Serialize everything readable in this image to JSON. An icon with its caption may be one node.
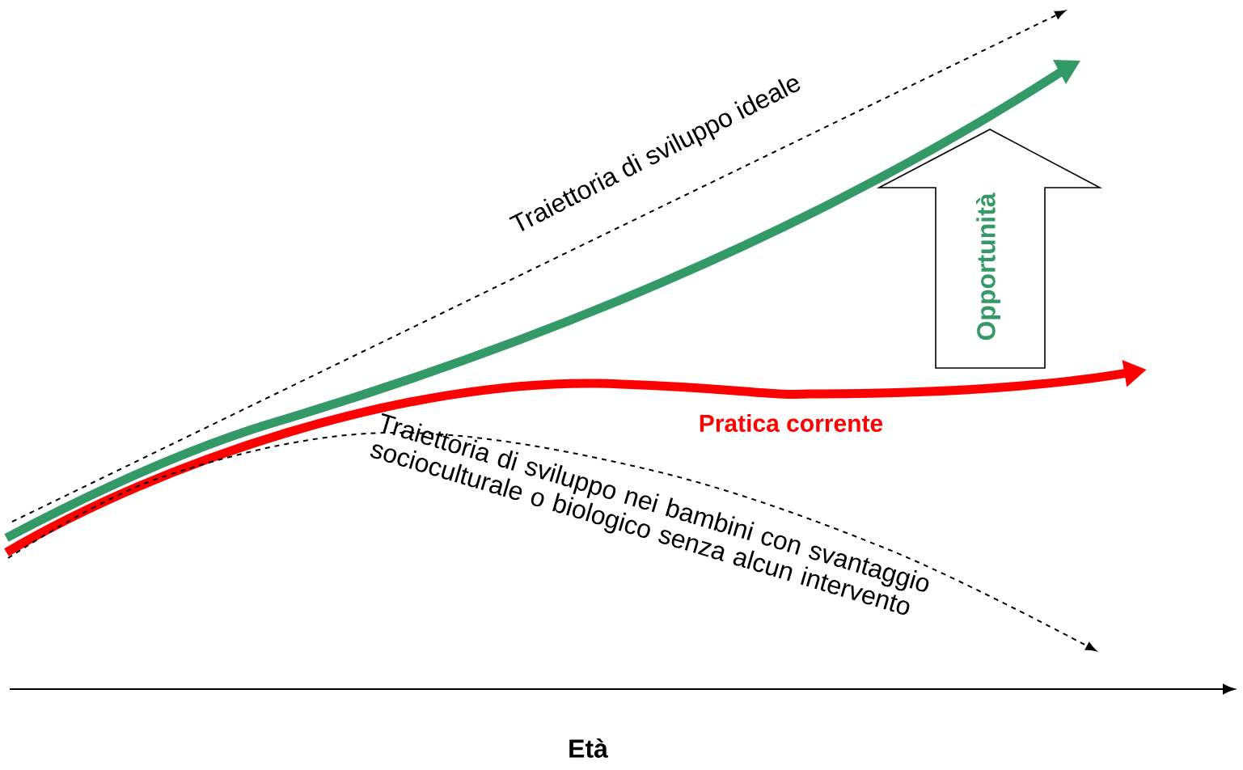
{
  "diagram": {
    "nodes": [
      {
        "text": [
          "Opportunità"
        ]
      }
    ],
    "labels": [
      "Traiettoria di sviluppo ideale",
      "Pratica  corrente",
      "Traiettoria di sviluppo nei bambini con svantaggio socioculturale o biologico senza alcun intervento",
      "Età"
    ]
  }
}
